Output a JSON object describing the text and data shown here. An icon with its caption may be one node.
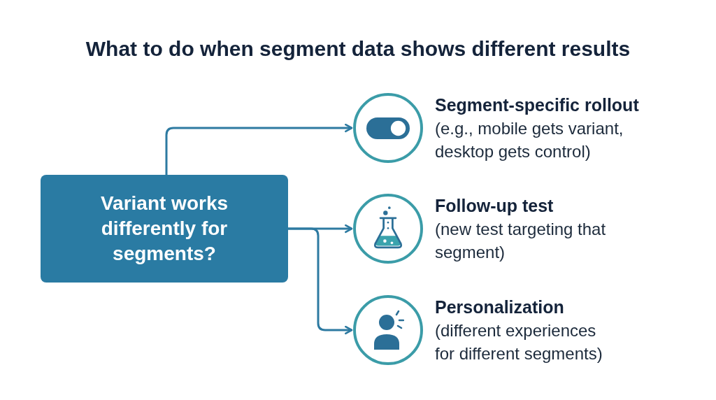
{
  "diagram": {
    "title": "What to do when segment data shows different results",
    "nodes": [
      {
        "text": [
          "Variant works differently for segments?"
        ]
      },
      {
        "text": [],
        "shape": "circle",
        "beside": [
          "Segment-specific rollout",
          "(e.g., mobile gets variant, desktop gets control)"
        ]
      },
      {
        "text": [],
        "shape": "circle",
        "beside": [
          "Follow-up test",
          "(new test targeting that segment)"
        ]
      },
      {
        "text": [],
        "shape": "circle",
        "beside": [
          "Personalization",
          "(different experiences for different segments)"
        ]
      }
    ],
    "edges": [
      {
        "from": 0,
        "to": 1,
        "arrow": "to"
      },
      {
        "from": 0,
        "to": 2,
        "arrow": "to"
      },
      {
        "from": 0,
        "to": 3,
        "arrow": "to"
      }
    ]
  }
}
